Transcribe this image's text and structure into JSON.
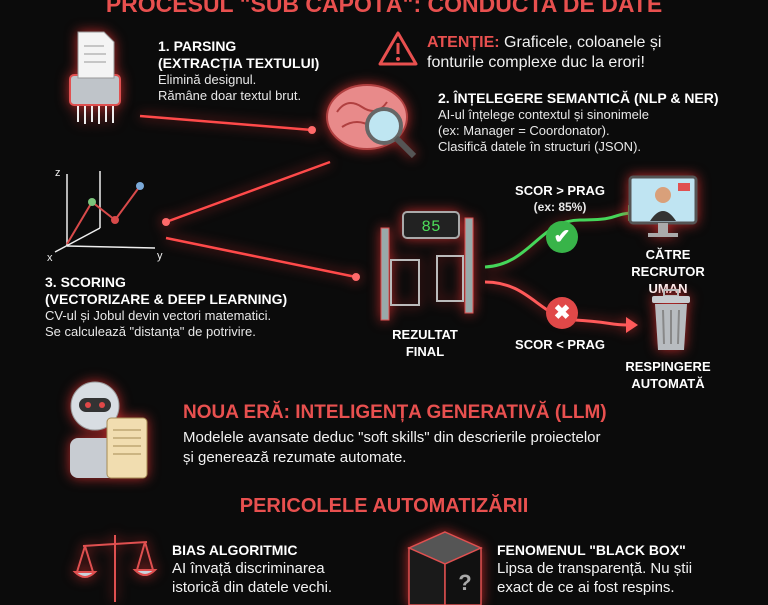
{
  "title": "PROCESUL \"SUB CAPOTĂ\": CONDUCTA DE DATE",
  "step1": {
    "title1": "1. PARSING",
    "title2": "(EXTRACȚIA TEXTULUI)",
    "line1": "Elimină designul.",
    "line2": "Rămâne doar textul brut."
  },
  "warning": {
    "label": "ATENȚIE:",
    "line1": " Graficele, coloanele și",
    "line2": "fonturile complexe duc la erori!"
  },
  "step2": {
    "title": "2. ÎNȚELEGERE SEMANTICĂ (NLP & NER)",
    "line1": "AI-ul înțelege contextul și sinonimele",
    "line2": "(ex: Manager = Coordonator).",
    "line3": "Clasifică datele în structuri (JSON)."
  },
  "step3": {
    "title1": "3. SCORING",
    "title2": "(VECTORIZARE & DEEP LEARNING)",
    "line1": "CV-ul și Jobul devin vectori matematici.",
    "line2": "Se calculează \"distanța\" de potrivire.",
    "axis_x": "x",
    "axis_y": "y",
    "axis_z": "z"
  },
  "result": {
    "label1": "REZULTAT",
    "label2": "FINAL",
    "display": "85"
  },
  "pass": {
    "cond": "SCOR > PRAG",
    "example": "(ex: 85%)",
    "dest1": "CĂTRE RECRUTOR",
    "dest2": "UMAN"
  },
  "fail": {
    "cond": "SCOR < PRAG",
    "dest1": "RESPINGERE",
    "dest2": "AUTOMATĂ"
  },
  "llm": {
    "title": "NOUA ERĂ: INTELIGENȚA GENERATIVĂ (LLM)",
    "line1": "Modelele avansate deduc \"soft skills\" din descrierile proiectelor",
    "line2": "și generează rezumate automate."
  },
  "dangers": {
    "title": "PERICOLELE AUTOMATIZĂRII",
    "bias": {
      "title": "BIAS ALGORITMIC",
      "line1": "AI învață discriminarea",
      "line2": "istorică din datele vechi."
    },
    "blackbox": {
      "title": "FENOMENUL \"BLACK BOX\"",
      "line1": "Lipsa de transparență. Nu știi",
      "line2": "exact de ce ai fost respins.",
      "glyph": "?"
    }
  },
  "colors": {
    "accent": "#e8504f",
    "success": "#3cc24a",
    "background": "#0b0b0b"
  }
}
